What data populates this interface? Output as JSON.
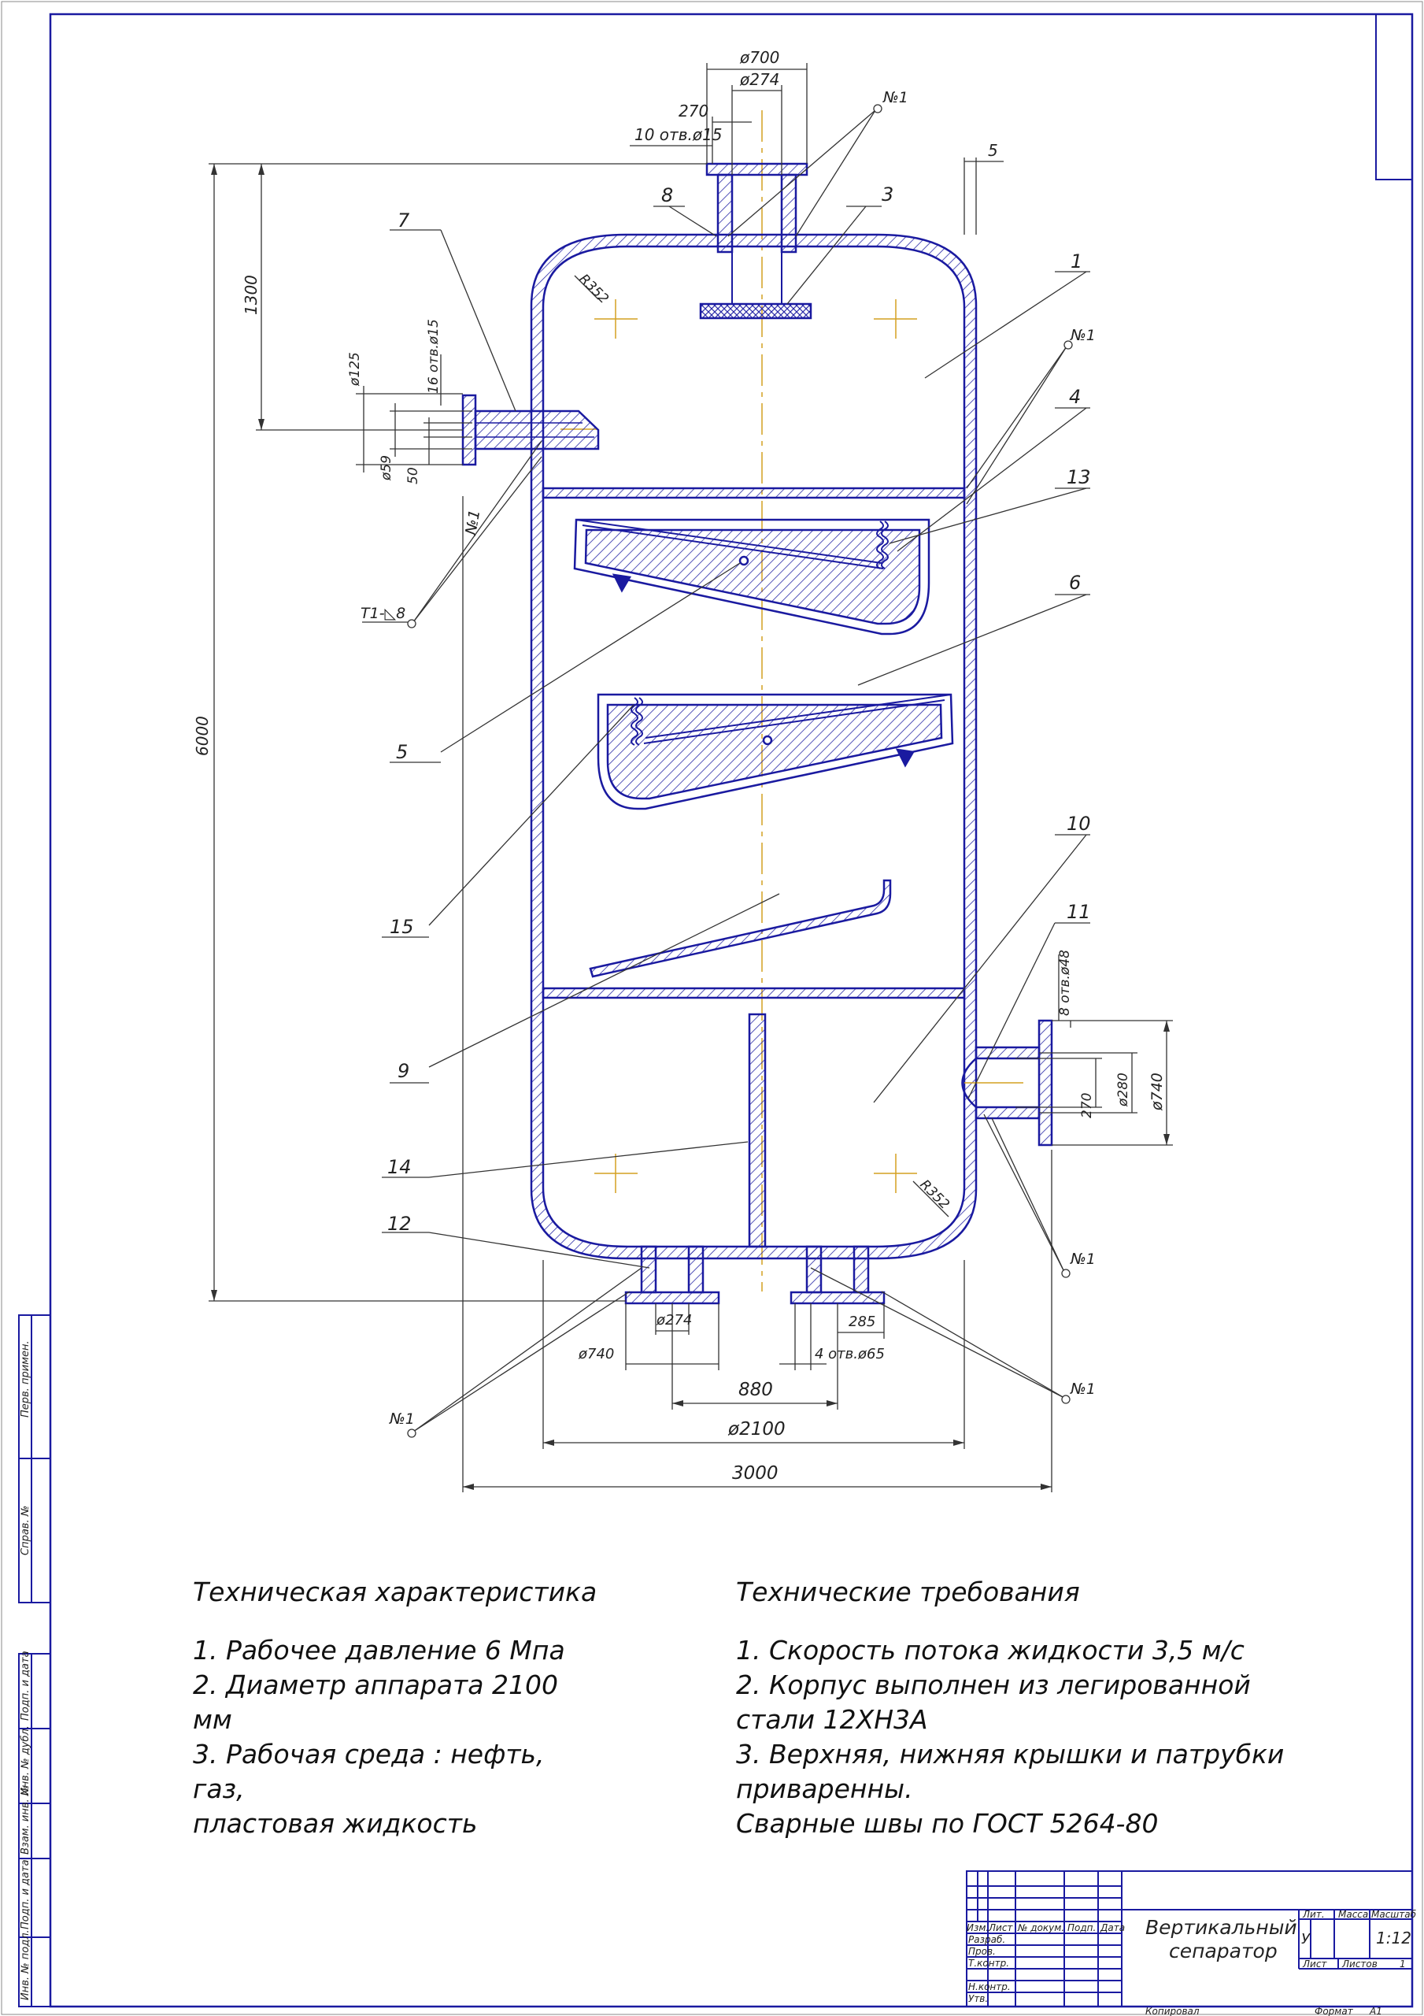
{
  "dims": {
    "d700": "ø700",
    "d274_top": "ø274",
    "d270": "270",
    "holes_top": "10 отв.ø15",
    "d5": "5",
    "h1300": "1300",
    "h6000": "6000",
    "r352_top": "R352",
    "r352_bottom": "R352",
    "d125": "ø125",
    "holes_side": "16 отв.ø15",
    "d59": "ø59",
    "d50": "50",
    "holes_right": "8 отв.ø48",
    "d280": "ø280",
    "d740_right": "ø740",
    "d270_right": "270",
    "d274_bottom": "ø274",
    "d285": "285",
    "d740_bottom": "ø740",
    "holes_bottom": "4 отв.ø65",
    "d880": "880",
    "d2100": "ø2100",
    "d3000": "3000"
  },
  "marks": {
    "no1": "№1",
    "weld": "Т1-◺8"
  },
  "callouts": {
    "c1": "1",
    "c3": "3",
    "c4": "4",
    "c5": "5",
    "c6": "6",
    "c7": "7",
    "c8": "8",
    "c9": "9",
    "c10": "10",
    "c11": "11",
    "c12": "12",
    "c13": "13",
    "c14": "14",
    "c15": "15"
  },
  "side_stamps": {
    "perv_primen": "Перв. примен.",
    "sprav": "Справ. №",
    "podp_data_1": "Подп. и дата",
    "inv_dubl": "Инв. № дубл.",
    "vzam_inv": "Взам. инв. №",
    "podp_data_2": "Подп. и дата",
    "inv_podl": "Инв. № подл."
  },
  "tech_characteristics": {
    "title": "Техническая характеристика",
    "lines": [
      "1. Рабочее давление 6 Мпа",
      "2. Диаметр аппарата 2100 мм",
      "3. Рабочая среда : нефть, газ,",
      "пластовая жидкость"
    ]
  },
  "tech_requirements": {
    "title": "Технические требования",
    "lines": [
      "1. Скорость потока жидкости 3,5 м/с",
      "2. Корпус выполнен из легированной",
      "стали 12ХН3А",
      "3. Верхняя, нижняя крышки и патрубки приваренны.",
      "Сварные швы по ГОСТ 5264-80"
    ]
  },
  "title_block": {
    "name_line1": "Вертикальный",
    "name_line2": "сепаратор",
    "col_izm": "Изм.",
    "col_list": "Лист",
    "col_ndokum": "№ докум.",
    "col_podp": "Подп.",
    "col_data": "Дата",
    "row_razrab": "Разраб.",
    "row_prov": "Пров.",
    "row_tkontr": "Т.контр.",
    "row_nkontr": "Н.контр.",
    "row_utv": "Утв.",
    "lit": "Лит.",
    "massa": "Масса",
    "masshtab": "Масштаб",
    "lit_value": "У",
    "scale_value": "1:12",
    "list_label": "Лист",
    "listov_label": "Листов",
    "listov_value": "1",
    "kopiroval": "Копировал",
    "format_label": "Формат",
    "format_value": "А1"
  }
}
